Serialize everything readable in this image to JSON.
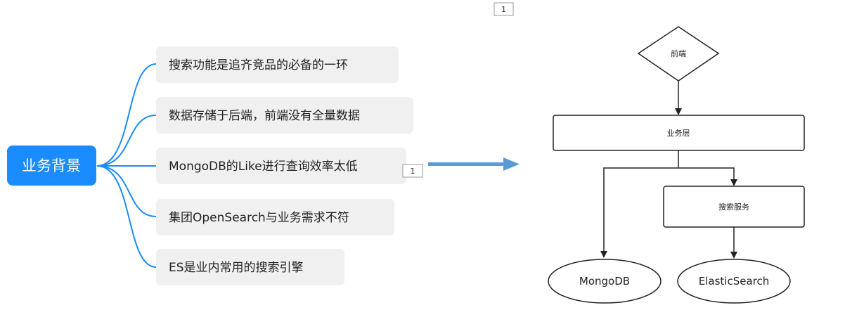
{
  "mindmap": {
    "root": "业务背景",
    "branches": [
      "搜索功能是追齐竞品的必备的一环",
      "数据存储于后端，前端没有全量数据",
      "MongoDB的Like进行查询效率太低",
      "集团OpenSearch与业务需求不符",
      "ES是业内常用的搜索引擎"
    ],
    "badge": "1"
  },
  "flowchart": {
    "badge": "1",
    "frontend": "前端",
    "business_layer": "业务层",
    "search_service": "搜索服务",
    "mongodb": "MongoDB",
    "elasticsearch": "ElasticSearch"
  },
  "colors": {
    "root_fill": "#1a8cff",
    "branch_fill": "#f0f0f0",
    "connector": "#1a8cff",
    "arrow": "#5b9bd5",
    "flow_stroke": "#222222"
  }
}
